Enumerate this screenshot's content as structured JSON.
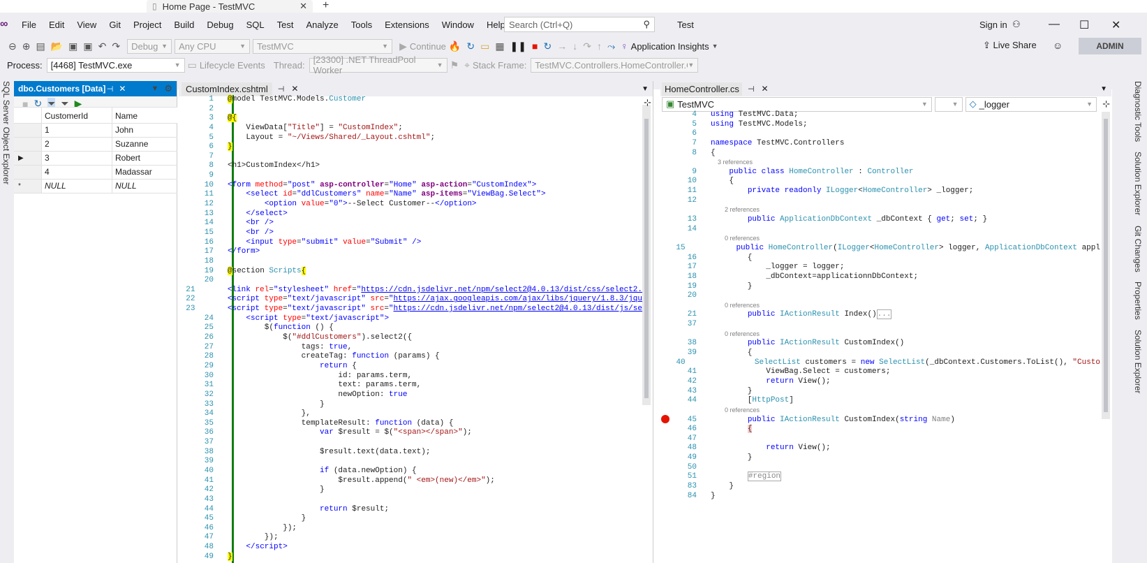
{
  "browser": {
    "tab_title": "Home Page - TestMVC",
    "close": "✕",
    "new_tab": "+"
  },
  "menu": [
    "File",
    "Edit",
    "View",
    "Git",
    "Project",
    "Build",
    "Debug",
    "SQL",
    "Test",
    "Analyze",
    "Tools",
    "Extensions",
    "Window",
    "Help"
  ],
  "search": {
    "placeholder": "Search (Ctrl+Q)"
  },
  "solution_name": "Test",
  "sign_in": "Sign in",
  "toolbar": {
    "config": "Debug",
    "platform": "Any CPU",
    "project": "TestMVC",
    "continue": "Continue",
    "app_insights": "Application Insights",
    "live_share": "Live Share",
    "admin": "ADMIN"
  },
  "debug_bar": {
    "process_label": "Process:",
    "process": "[4468] TestMVC.exe",
    "lifecycle": "Lifecycle Events",
    "thread_label": "Thread:",
    "thread": "[23300] .NET ThreadPool Worker",
    "stack_label": "Stack Frame:",
    "stack": "TestMVC.Controllers.HomeController.Cus"
  },
  "left_sidebar": {
    "label": "SQL Server Object Explorer"
  },
  "data_panel": {
    "title": "dbo.Customers [Data]",
    "columns": [
      "CustomerId",
      "Name"
    ],
    "rows": [
      {
        "marker": "",
        "id": "1",
        "name": "John"
      },
      {
        "marker": "",
        "id": "2",
        "name": "Suzanne"
      },
      {
        "marker": "▶",
        "id": "3",
        "name": "Robert"
      },
      {
        "marker": "",
        "id": "4",
        "name": "Madassar"
      },
      {
        "marker": "*",
        "id": "NULL",
        "name": "NULL"
      }
    ]
  },
  "cshtml_tab": {
    "title": "CustomIndex.cshtml"
  },
  "cshtml_lines": [
    {
      "n": "1",
      "html": "<span style='background:#ffff00'>@</span>model TestMVC.Models.<span class='ty'>Customer</span>"
    },
    {
      "n": "2",
      "html": ""
    },
    {
      "n": "3",
      "html": "<span style='background:#ffff00'>@{</span>"
    },
    {
      "n": "4",
      "html": "    ViewData[<span class='str'>\"Title\"</span>] = <span class='str'>\"CustomIndex\"</span>;"
    },
    {
      "n": "5",
      "html": "    Layout = <span class='str'>\"~/Views/Shared/_Layout.cshtml\"</span>;"
    },
    {
      "n": "6",
      "html": "<span style='background:#ffff00'>}</span>"
    },
    {
      "n": "7",
      "html": ""
    },
    {
      "n": "8",
      "html": "&lt;h1&gt;CustomIndex&lt;/h1&gt;"
    },
    {
      "n": "9",
      "html": ""
    },
    {
      "n": "10",
      "html": "<span class='kw'>&lt;form</span> <span class='attr'>method</span>=<span class='kw'>\"post\"</span> <b class='attr' style='color:#800080'>asp-controller</b>=<span class='kw'>\"Home\"</span> <b style='color:#800080'>asp-action</b>=<span class='kw'>\"CustomIndex\"</span><span class='kw'>&gt;</span>"
    },
    {
      "n": "11",
      "html": "    <span class='kw'>&lt;select</span> <span class='attr'>id</span>=<span class='kw'>\"ddlCustomers\"</span> <span class='attr'>name</span>=<span class='kw'>\"Name\"</span> <b style='color:#800080'>asp-items</b>=<span class='kw'>\"ViewBag.Select\"</span><span class='kw'>&gt;</span>"
    },
    {
      "n": "12",
      "html": "        <span class='kw'>&lt;option</span> <span class='attr'>value</span>=<span class='kw'>\"0\"</span><span class='kw'>&gt;</span>--Select Customer--<span class='kw'>&lt;/option&gt;</span>"
    },
    {
      "n": "13",
      "html": "    <span class='kw'>&lt;/select&gt;</span>"
    },
    {
      "n": "14",
      "html": "    <span class='kw'>&lt;br /&gt;</span>"
    },
    {
      "n": "15",
      "html": "    <span class='kw'>&lt;br /&gt;</span>"
    },
    {
      "n": "16",
      "html": "    <span class='kw'>&lt;input</span> <span class='attr'>type</span>=<span class='kw'>\"submit\"</span> <span class='attr'>value</span>=<span class='kw'>\"Submit\"</span> <span class='kw'>/&gt;</span>"
    },
    {
      "n": "17",
      "html": "<span class='kw'>&lt;/form&gt;</span>"
    },
    {
      "n": "18",
      "html": ""
    },
    {
      "n": "19",
      "html": "<span style='background:#ffff00'>@</span>section <span class='ty'>Scripts</span><span style='background:#ffff00'>{</span>"
    },
    {
      "n": "20",
      "html": ""
    },
    {
      "n": "21",
      "html": "    <span class='kw'>&lt;link</span> <span class='attr'>rel</span>=<span class='kw'>\"stylesheet\"</span> <span class='attr'>href</span>=<span class='kw'>\"</span><span class='link'>https://cdn.jsdelivr.net/npm/select2@4.0.13/dist/css/select2.</span>"
    },
    {
      "n": "22",
      "html": "    <span class='kw'>&lt;script</span> <span class='attr'>type</span>=<span class='kw'>\"text/javascript\"</span> <span class='attr'>src</span>=<span class='kw'>\"</span><span class='link'>https://ajax.googleapis.com/ajax/libs/jquery/1.8.3/jqu</span>"
    },
    {
      "n": "23",
      "html": "    <span class='kw'>&lt;script</span> <span class='attr'>type</span>=<span class='kw'>\"text/javascript\"</span> <span class='attr'>src</span>=<span class='kw'>\"</span><span class='link'>https://cdn.jsdelivr.net/npm/select2@4.0.13/dist/js/se</span>"
    },
    {
      "n": "24",
      "html": "    <span class='kw'>&lt;script</span> <span class='attr'>type</span>=<span class='kw'>\"text/javascript\"</span><span class='kw'>&gt;</span>"
    },
    {
      "n": "25",
      "html": "        $(<span class='kw'>function</span> () {"
    },
    {
      "n": "26",
      "html": "            $(<span class='str'>\"#ddlCustomers\"</span>).select2({"
    },
    {
      "n": "27",
      "html": "                tags: <span class='kw'>true</span>,"
    },
    {
      "n": "28",
      "html": "                createTag: <span class='kw'>function</span> (params) {"
    },
    {
      "n": "29",
      "html": "                    <span class='kw'>return</span> {"
    },
    {
      "n": "30",
      "html": "                        id: params.term,"
    },
    {
      "n": "31",
      "html": "                        text: params.term,"
    },
    {
      "n": "32",
      "html": "                        newOption: <span class='kw'>true</span>"
    },
    {
      "n": "33",
      "html": "                    }"
    },
    {
      "n": "34",
      "html": "                },"
    },
    {
      "n": "35",
      "html": "                templateResult: <span class='kw'>function</span> (data) {"
    },
    {
      "n": "36",
      "html": "                    <span class='kw'>var</span> $result = $(<span class='str'>\"&lt;span&gt;&lt;/span&gt;\"</span>);"
    },
    {
      "n": "37",
      "html": ""
    },
    {
      "n": "38",
      "html": "                    $result.text(data.text);"
    },
    {
      "n": "39",
      "html": ""
    },
    {
      "n": "40",
      "html": "                    <span class='kw'>if</span> (data.newOption) {"
    },
    {
      "n": "41",
      "html": "                        $result.append(<span class='str'>\" &lt;em&gt;(new)&lt;/em&gt;\"</span>);"
    },
    {
      "n": "42",
      "html": "                    }"
    },
    {
      "n": "43",
      "html": ""
    },
    {
      "n": "44",
      "html": "                    <span class='kw'>return</span> $result;"
    },
    {
      "n": "45",
      "html": "                }"
    },
    {
      "n": "46",
      "html": "            });"
    },
    {
      "n": "47",
      "html": "        });"
    },
    {
      "n": "48",
      "html": "    <span class='kw'>&lt;/script&gt;</span>"
    },
    {
      "n": "49",
      "html": "<span style='background:#ffff00'>}</span>"
    }
  ],
  "cs_tab": {
    "title": "HomeController.cs"
  },
  "cs_nav": {
    "project": "TestMVC",
    "member": "_logger"
  },
  "cs_lines": [
    {
      "n": "4",
      "html": "<span class='kw'>using</span> TestMVC.Data;"
    },
    {
      "n": "5",
      "html": "<span class='kw'>using</span> TestMVC.Models;"
    },
    {
      "n": "6",
      "html": ""
    },
    {
      "n": "7",
      "html": "<span class='kw'>namespace</span> TestMVC.Controllers"
    },
    {
      "n": "8",
      "html": "{"
    },
    {
      "n": "",
      "html": "<span class='ref'>    3 references</span>"
    },
    {
      "n": "9",
      "html": "    <span class='kw'>public class</span> <span class='ty'>HomeController</span> : <span class='ty'>Controller</span>"
    },
    {
      "n": "10",
      "html": "    {"
    },
    {
      "n": "11",
      "html": "        <span class='kw'>private readonly</span> <span class='ty'>ILogger</span>&lt;<span class='ty'>HomeController</span>&gt; _logger;"
    },
    {
      "n": "12",
      "html": ""
    },
    {
      "n": "",
      "html": "<span class='ref'>        2 references</span>"
    },
    {
      "n": "13",
      "html": "        <span class='kw'>public</span> <span class='ty'>ApplicationDbContext</span> _dbContext { <span class='kw'>get</span>; <span class='kw'>set</span>; }"
    },
    {
      "n": "14",
      "html": ""
    },
    {
      "n": "",
      "html": "<span class='ref'>        0 references</span>"
    },
    {
      "n": "15",
      "html": "        <span class='kw'>public</span> <span class='ty'>HomeController</span>(<span class='ty'>ILogger</span>&lt;<span class='ty'>HomeController</span>&gt; logger, <span class='ty'>ApplicationDbContext</span> appl"
    },
    {
      "n": "16",
      "html": "        {"
    },
    {
      "n": "17",
      "html": "            _logger = logger;"
    },
    {
      "n": "18",
      "html": "            _dbContext=applicationnDbContext;"
    },
    {
      "n": "19",
      "html": "        }"
    },
    {
      "n": "20",
      "html": ""
    },
    {
      "n": "",
      "html": "<span class='ref'>        0 references</span>"
    },
    {
      "n": "21",
      "html": "        <span class='kw'>public</span> <span class='ty'>IActionResult</span> Index()<span style='border:1px solid #aaa;color:#888'>...</span>"
    },
    {
      "n": "37",
      "html": ""
    },
    {
      "n": "",
      "html": "<span class='ref'>        0 references</span>"
    },
    {
      "n": "38",
      "html": "        <span class='kw'>public</span> <span class='ty'>IActionResult</span> CustomIndex()"
    },
    {
      "n": "39",
      "html": "        {"
    },
    {
      "n": "40",
      "html": "            <span class='ty'>SelectList</span> customers = <span class='kw'>new</span> <span class='ty'>SelectList</span>(_dbContext.Customers.ToList(), <span class='str'>\"Custo</span>"
    },
    {
      "n": "41",
      "html": "            ViewBag.Select = customers;"
    },
    {
      "n": "42",
      "html": "            <span class='kw'>return</span> View();"
    },
    {
      "n": "43",
      "html": "        }"
    },
    {
      "n": "44",
      "html": "        [<span class='ty'>HttpPost</span>]"
    },
    {
      "n": "",
      "html": "<span class='ref'>        0 references</span>"
    },
    {
      "n": "45",
      "html": "        <span class='kw'>public</span> <span class='ty'>IActionResult</span> CustomIndex(<span class='kw'>string</span> <span style='color:#808080'>Name</span>)"
    },
    {
      "n": "46",
      "html": "        <span style='background:#ffcccc'>{</span>"
    },
    {
      "n": "47",
      "html": ""
    },
    {
      "n": "48",
      "html": "            <span class='kw'>return</span> View();"
    },
    {
      "n": "49",
      "html": "        }"
    },
    {
      "n": "50",
      "html": ""
    },
    {
      "n": "51",
      "html": "        <span style='border:1px solid #aaa;color:#888'>#region</span>"
    },
    {
      "n": "83",
      "html": "    }"
    },
    {
      "n": "84",
      "html": "}"
    }
  ],
  "right_sidebar": [
    "Diagnostic Tools",
    "Solution Explorer",
    "Git Changes",
    "Properties",
    "Solution Explorer"
  ]
}
